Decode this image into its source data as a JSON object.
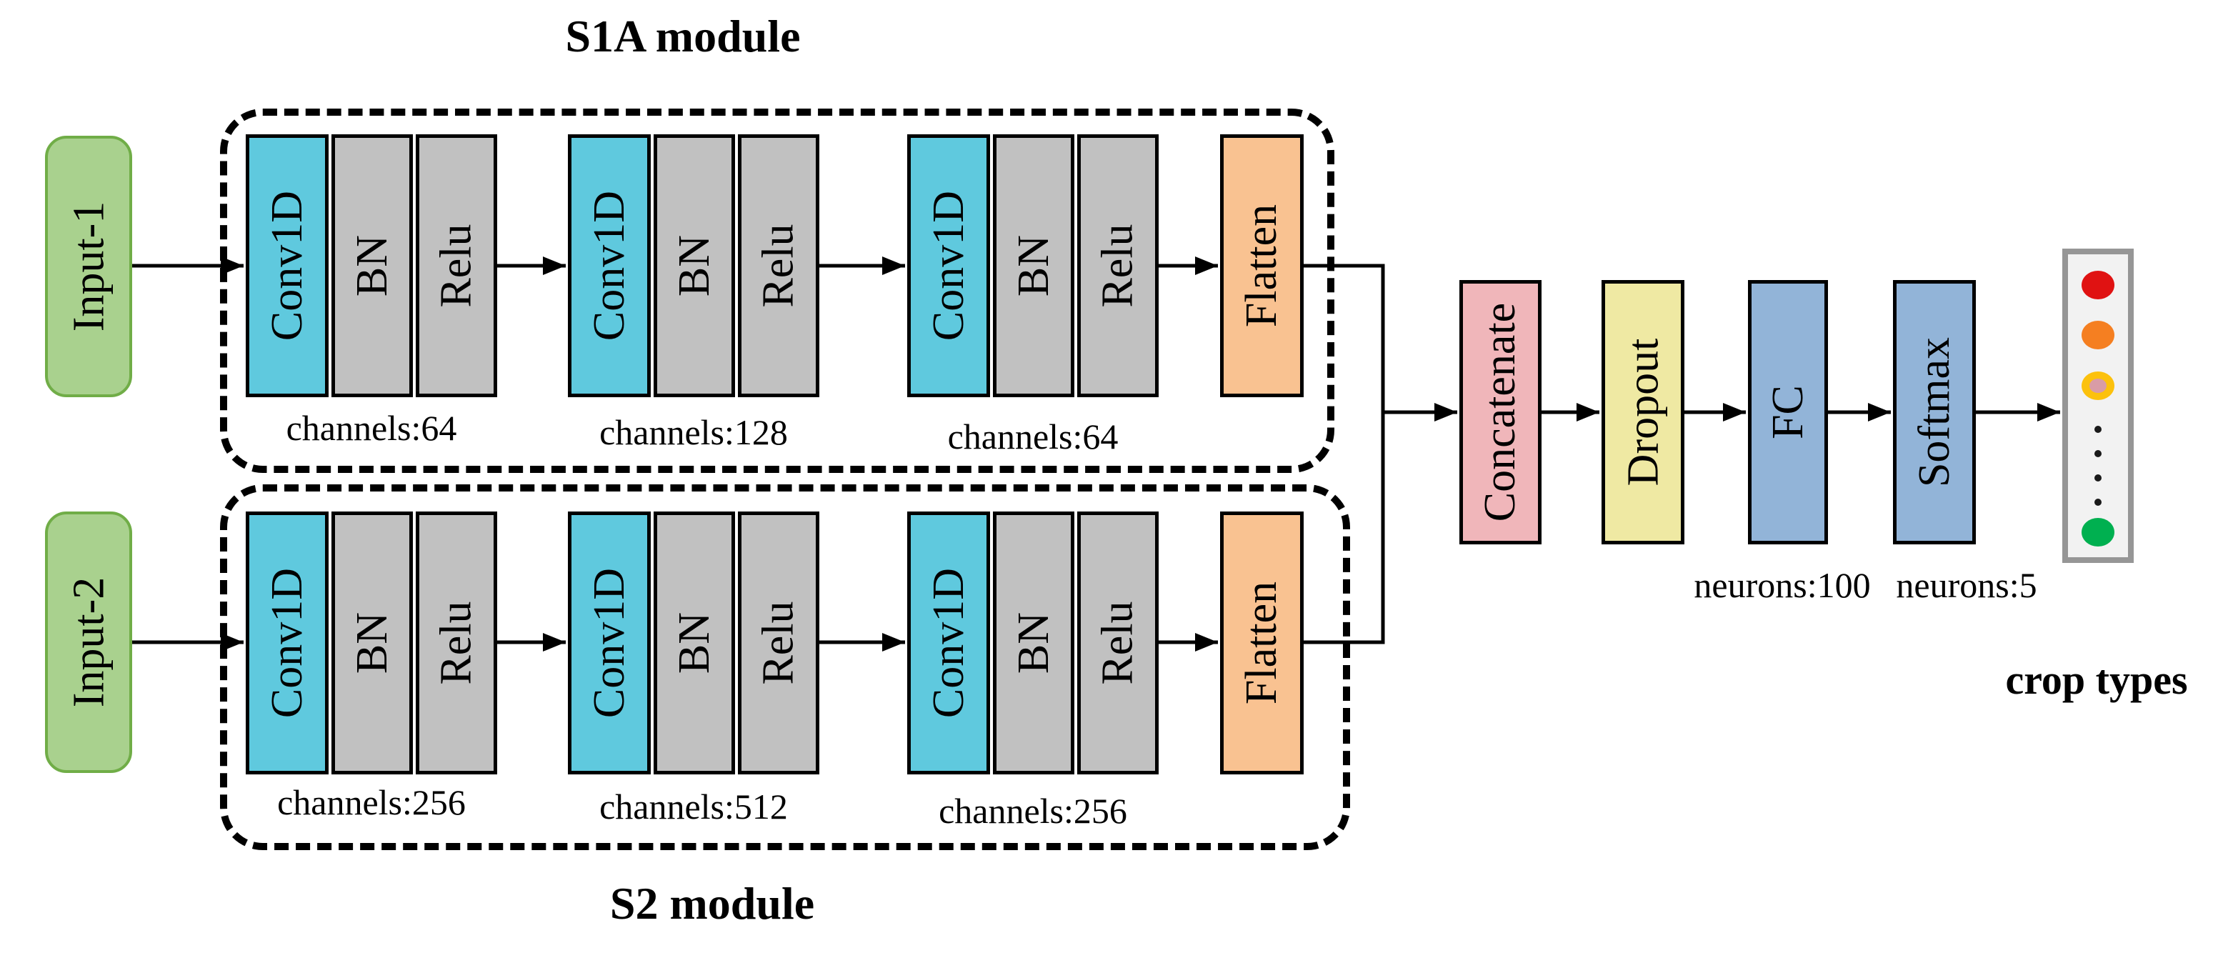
{
  "modules": {
    "s1a": {
      "title": "S1A module",
      "groups": [
        {
          "conv": "Conv1D",
          "bn": "BN",
          "relu": "Relu",
          "channels": "channels:64"
        },
        {
          "conv": "Conv1D",
          "bn": "BN",
          "relu": "Relu",
          "channels": "channels:128"
        },
        {
          "conv": "Conv1D",
          "bn": "BN",
          "relu": "Relu",
          "channels": "channels:64"
        }
      ],
      "flatten": "Flatten"
    },
    "s2": {
      "title": "S2 module",
      "groups": [
        {
          "conv": "Conv1D",
          "bn": "BN",
          "relu": "Relu",
          "channels": "channels:256"
        },
        {
          "conv": "Conv1D",
          "bn": "BN",
          "relu": "Relu",
          "channels": "channels:512"
        },
        {
          "conv": "Conv1D",
          "bn": "BN",
          "relu": "Relu",
          "channels": "channels:256"
        }
      ],
      "flatten": "Flatten"
    }
  },
  "inputs": [
    {
      "label": "Input-1"
    },
    {
      "label": "Input-2"
    }
  ],
  "head": {
    "concatenate": "Concatenate",
    "dropout": "Dropout",
    "fc": "FC",
    "softmax": "Softmax",
    "fc_neurons": "neurons:100",
    "softmax_neurons": "neurons:5",
    "output_label": "crop types"
  },
  "output_classes": {
    "dots": [
      "red",
      "orange",
      "yellow",
      "green"
    ],
    "hidden_classes_ellipsis": 4
  },
  "colors": {
    "conv": "#5fc9de",
    "gray": "#c1c1c1",
    "flatten_orange": "#f9c291",
    "concat_pink": "#f0b6ba",
    "dropout_yellow": "#efe9a3",
    "fc_blue": "#92b4d8",
    "input_green": "#a9d18e",
    "input_green_border": "#70ad47",
    "output_fill": "#f2f2f2",
    "output_border": "#969696",
    "dot_red": "#e01212",
    "dot_orange": "#f57f21",
    "dot_yellow": "#fcc10d",
    "dot_yellow_center": "#d99ca6",
    "dot_green": "#00b050",
    "line": "#000000"
  }
}
